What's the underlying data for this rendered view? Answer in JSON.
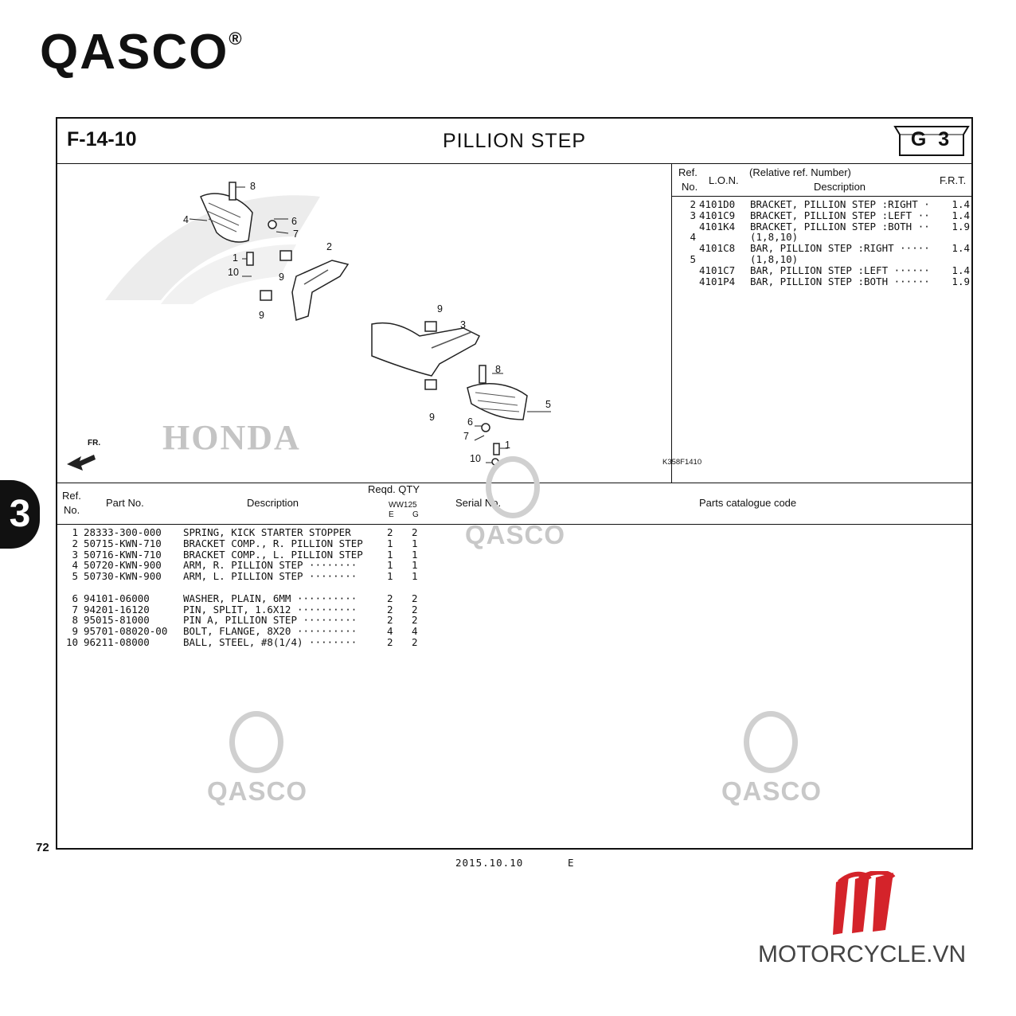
{
  "logo": {
    "text": "QASCO",
    "reg": "®"
  },
  "header": {
    "figure": "F-14-10",
    "title": "PILLION STEP",
    "group": "G 3"
  },
  "watermark": "QASCO",
  "illustration": {
    "code": "K358F1410",
    "fr_label": "FR.",
    "background_text": "HONDA",
    "callouts": [
      "8",
      "4",
      "6",
      "7",
      "1",
      "9",
      "10",
      "9",
      "2",
      "9",
      "9",
      "3",
      "8",
      "5",
      "6",
      "7",
      "1",
      "10"
    ]
  },
  "lon_table": {
    "headers": {
      "ref": "Ref.",
      "no": "No.",
      "lon": "L.O.N.",
      "relative": "(Relative ref. Number)",
      "description": "Description",
      "frt": "F.R.T."
    },
    "rows": [
      {
        "ref": "2",
        "lon": "4101D0",
        "desc": "BRACKET, PILLION STEP :RIGHT ·",
        "frt": "1.4"
      },
      {
        "ref": "3",
        "lon": "4101C9",
        "desc": "BRACKET, PILLION STEP :LEFT ··",
        "frt": "1.4"
      },
      {
        "ref": "",
        "lon": "4101K4",
        "desc": "BRACKET, PILLION STEP :BOTH ··",
        "frt": "1.9"
      },
      {
        "ref": "4",
        "lon": "",
        "desc": "(1,8,10)",
        "frt": ""
      },
      {
        "ref": "",
        "lon": "4101C8",
        "desc": "BAR, PILLION STEP :RIGHT ·····",
        "frt": "1.4"
      },
      {
        "ref": "5",
        "lon": "",
        "desc": "(1,8,10)",
        "frt": ""
      },
      {
        "ref": "",
        "lon": "4101C7",
        "desc": "BAR, PILLION STEP :LEFT ······",
        "frt": "1.4"
      },
      {
        "ref": "",
        "lon": "4101P4",
        "desc": "BAR, PILLION STEP :BOTH ······",
        "frt": "1.9"
      }
    ]
  },
  "parts_table": {
    "headers": {
      "ref": "Ref.",
      "no": "No.",
      "part_no": "Part No.",
      "description": "Description",
      "reqd_qty": "Reqd. QTY",
      "model": "WW125",
      "col_e": "E",
      "col_g": "G",
      "serial_no": "Serial No.",
      "catalogue_code": "Parts catalogue code"
    },
    "rows": [
      {
        "ref": "1",
        "part": "28333-300-000",
        "desc": "SPRING, KICK STARTER STOPPER",
        "e": "2",
        "g": "2"
      },
      {
        "ref": "2",
        "part": "50715-KWN-710",
        "desc": "BRACKET COMP., R. PILLION STEP",
        "e": "1",
        "g": "1"
      },
      {
        "ref": "3",
        "part": "50716-KWN-710",
        "desc": "BRACKET COMP., L. PILLION STEP",
        "e": "1",
        "g": "1"
      },
      {
        "ref": "4",
        "part": "50720-KWN-900",
        "desc": "ARM, R. PILLION STEP ········",
        "e": "1",
        "g": "1"
      },
      {
        "ref": "5",
        "part": "50730-KWN-900",
        "desc": "ARM, L. PILLION STEP ········",
        "e": "1",
        "g": "1"
      },
      {
        "ref": "6",
        "part": "94101-06000",
        "desc": "WASHER, PLAIN, 6MM ··········",
        "e": "2",
        "g": "2"
      },
      {
        "ref": "7",
        "part": "94201-16120",
        "desc": "PIN, SPLIT, 1.6X12 ··········",
        "e": "2",
        "g": "2"
      },
      {
        "ref": "8",
        "part": "95015-81000",
        "desc": "PIN A, PILLION STEP ·········",
        "e": "2",
        "g": "2"
      },
      {
        "ref": "9",
        "part": "95701-08020-00",
        "desc": "BOLT, FLANGE, 8X20 ··········",
        "e": "4",
        "g": "4"
      },
      {
        "ref": "10",
        "part": "96211-08000",
        "desc": "BALL, STEEL, #8(1/4) ········",
        "e": "2",
        "g": "2"
      }
    ]
  },
  "side_tab": "3",
  "footer": {
    "page": "72",
    "date": "2015.10.10",
    "edition": "E"
  },
  "brand": {
    "text": "MOTORCYCLE.VN",
    "color": "#d4232a"
  }
}
